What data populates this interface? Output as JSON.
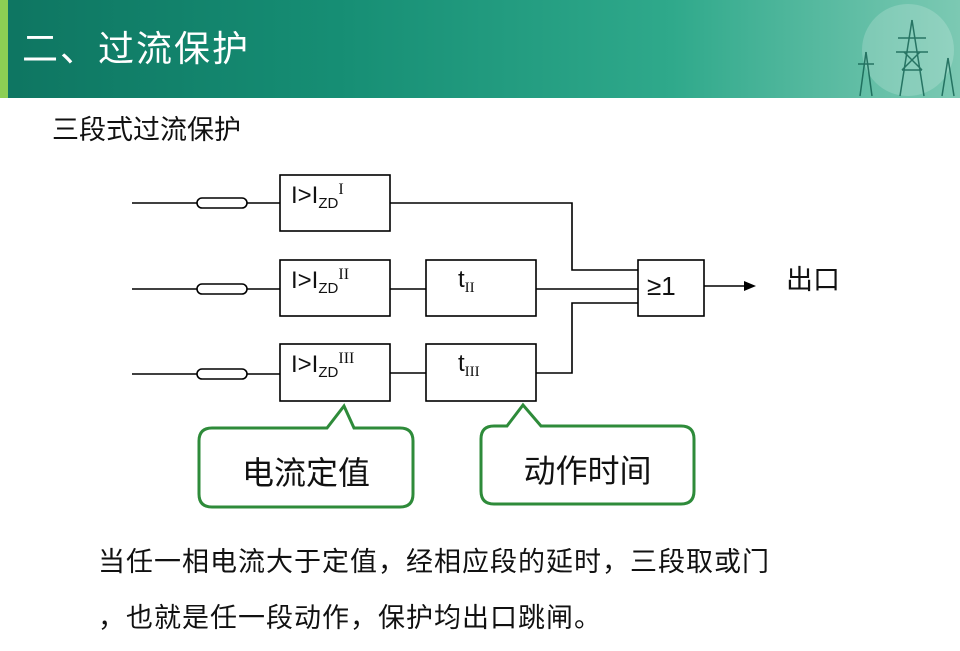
{
  "header": {
    "title": "二、过流保护",
    "accent_color": "#8ccf54",
    "background_color": "#168e74",
    "decoration_icon": "power-tower-icon"
  },
  "subtitle": "三段式过流保护",
  "diagram": {
    "relays": [
      {
        "expr": "I>I",
        "sub": "ZD",
        "sup": "I"
      },
      {
        "expr": "I>I",
        "sub": "ZD",
        "sup": "II"
      },
      {
        "expr": "I>I",
        "sub": "ZD",
        "sup": "III"
      }
    ],
    "timers": [
      {
        "expr": "t",
        "sub": "II"
      },
      {
        "expr": "t",
        "sub": "III"
      }
    ],
    "or_gate": "≥1",
    "output": "出口",
    "callouts": {
      "setting": "电流定值",
      "time": "动作时间"
    },
    "callout_border_color": "#2e8b3a"
  },
  "description": {
    "line1": "当任一相电流大于定值，经相应段的延时，三段取或门",
    "line2": "，也就是任一段动作，保护均出口跳闸。"
  }
}
